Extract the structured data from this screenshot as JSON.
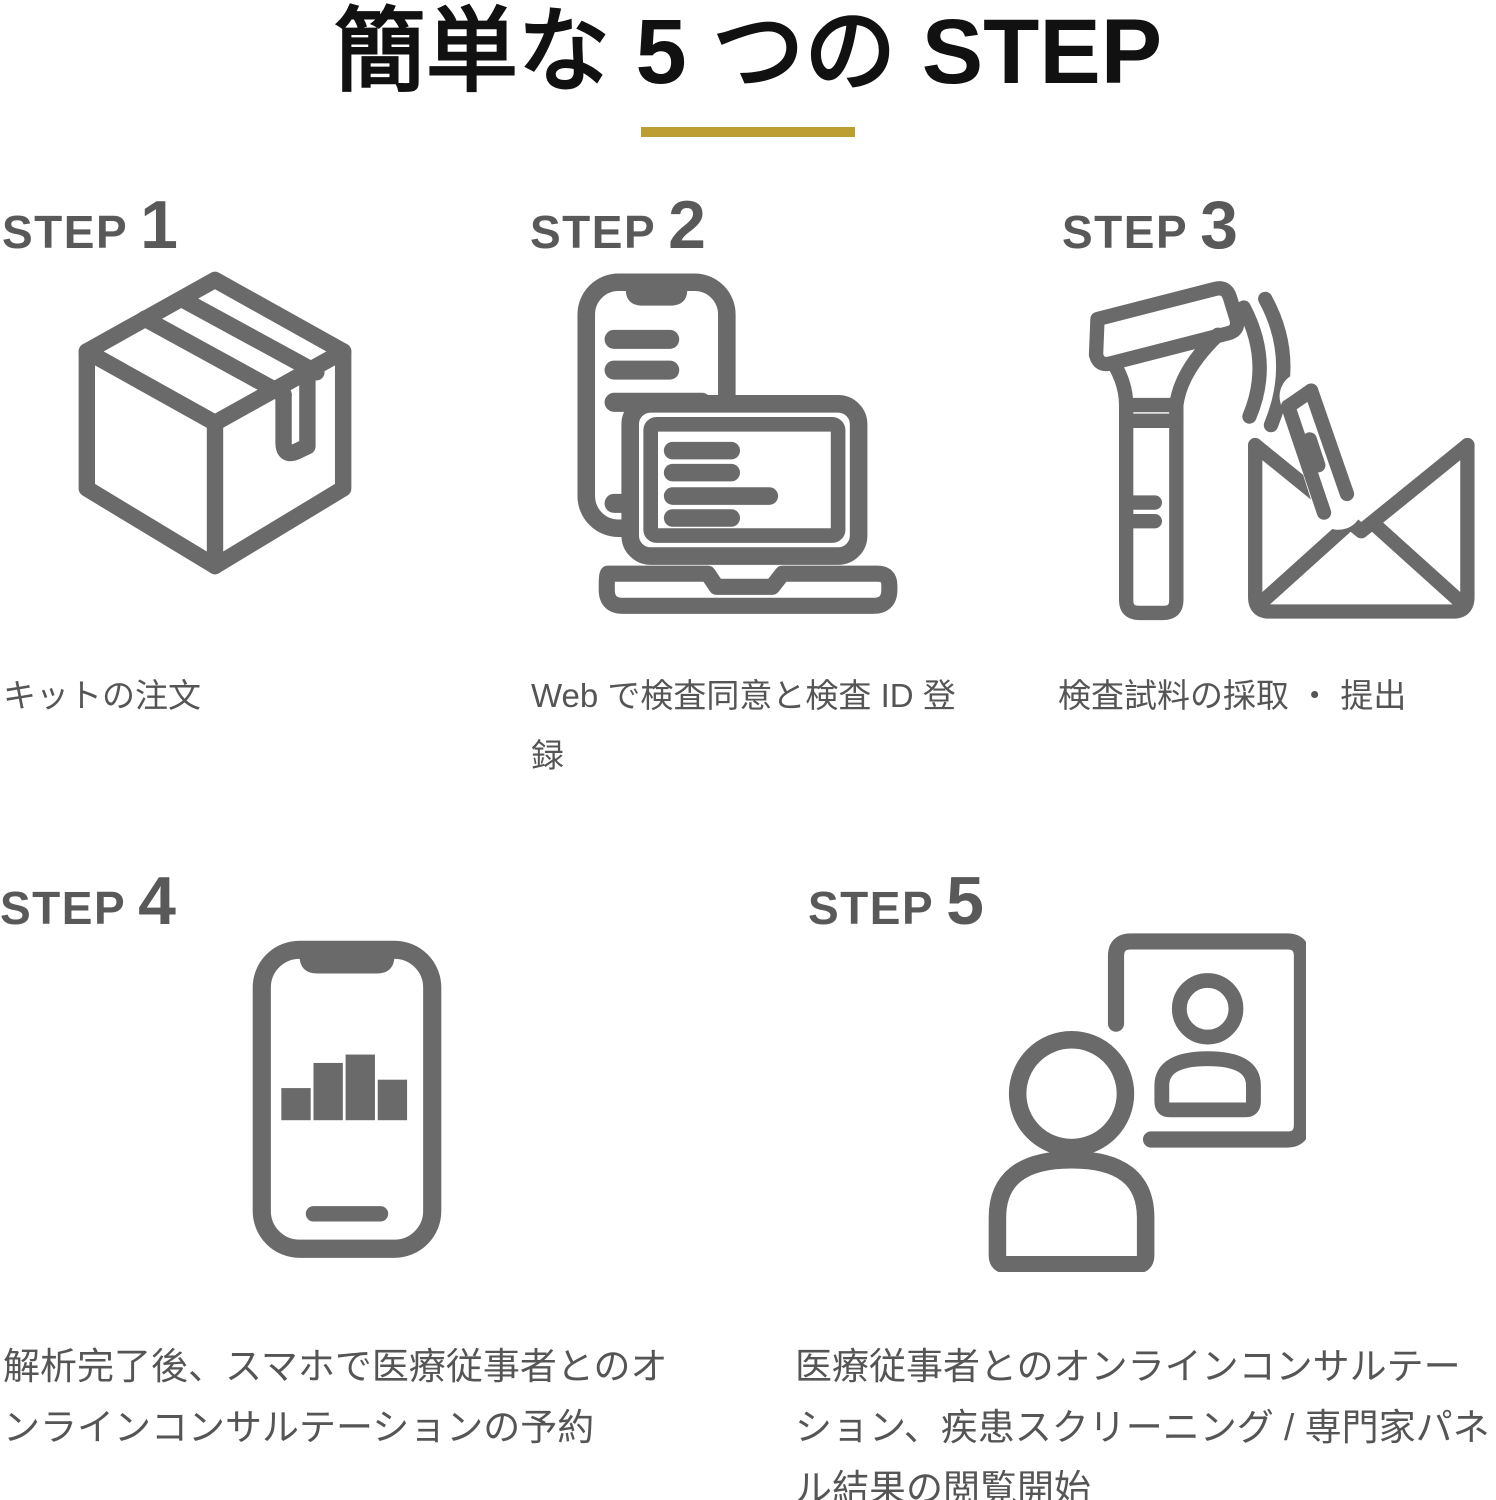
{
  "title": "簡単な 5 つの STEP",
  "colors": {
    "title": "#111111",
    "accent": "#bc9e33",
    "heading": "#595959",
    "icon": "#6a6a6a",
    "caption": "#555555"
  },
  "steps": [
    {
      "label": "STEP",
      "number": "1",
      "caption": "キットの注文",
      "icon": "box-icon"
    },
    {
      "label": "STEP",
      "number": "2",
      "caption": "Web で検査同意と検査 ID 登録",
      "icon": "phone-laptop-icon"
    },
    {
      "label": "STEP",
      "number": "3",
      "caption": "検査試料の採取 ・ 提出",
      "icon": "sample-collection-envelope-icon"
    },
    {
      "label": "STEP",
      "number": "4",
      "caption": "解析完了後、スマホで医療従事者とのオンラインコンサルテーションの予約",
      "icon": "phone-chart-icon"
    },
    {
      "label": "STEP",
      "number": "5",
      "caption": "医療従事者とのオンラインコンサルテーション、疾患スクリーニング / 専門家パネル結果の閲覧開始",
      "icon": "video-consultation-icon"
    }
  ]
}
